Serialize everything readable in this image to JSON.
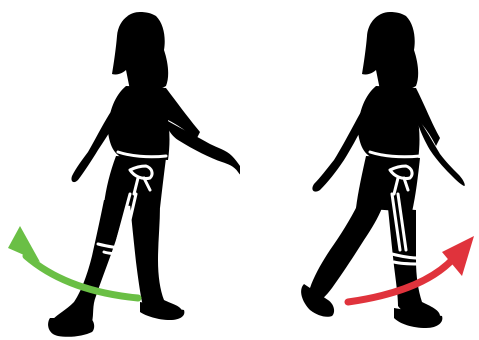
{
  "colors": {
    "background": "#ffffff",
    "silhouette": "#000000",
    "exoskeleton": "#ffffff",
    "left_arrow": "#6abf45",
    "right_arrow": "#e0333c"
  },
  "panels": [
    {
      "id": "left",
      "arrow_direction": "backward-swing",
      "arrow_color_key": "left_arrow"
    },
    {
      "id": "right",
      "arrow_direction": "forward-swing",
      "arrow_color_key": "right_arrow"
    }
  ]
}
